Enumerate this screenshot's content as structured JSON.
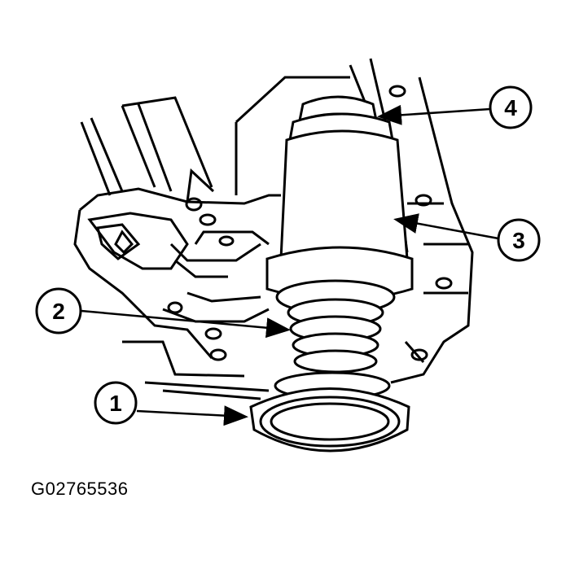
{
  "diagram": {
    "callouts": [
      {
        "id": "1",
        "label": "1"
      },
      {
        "id": "2",
        "label": "2"
      },
      {
        "id": "3",
        "label": "3"
      },
      {
        "id": "4",
        "label": "4"
      }
    ],
    "figure_code": "G02765536"
  },
  "colors": {
    "line": "#000000",
    "background": "#ffffff"
  }
}
